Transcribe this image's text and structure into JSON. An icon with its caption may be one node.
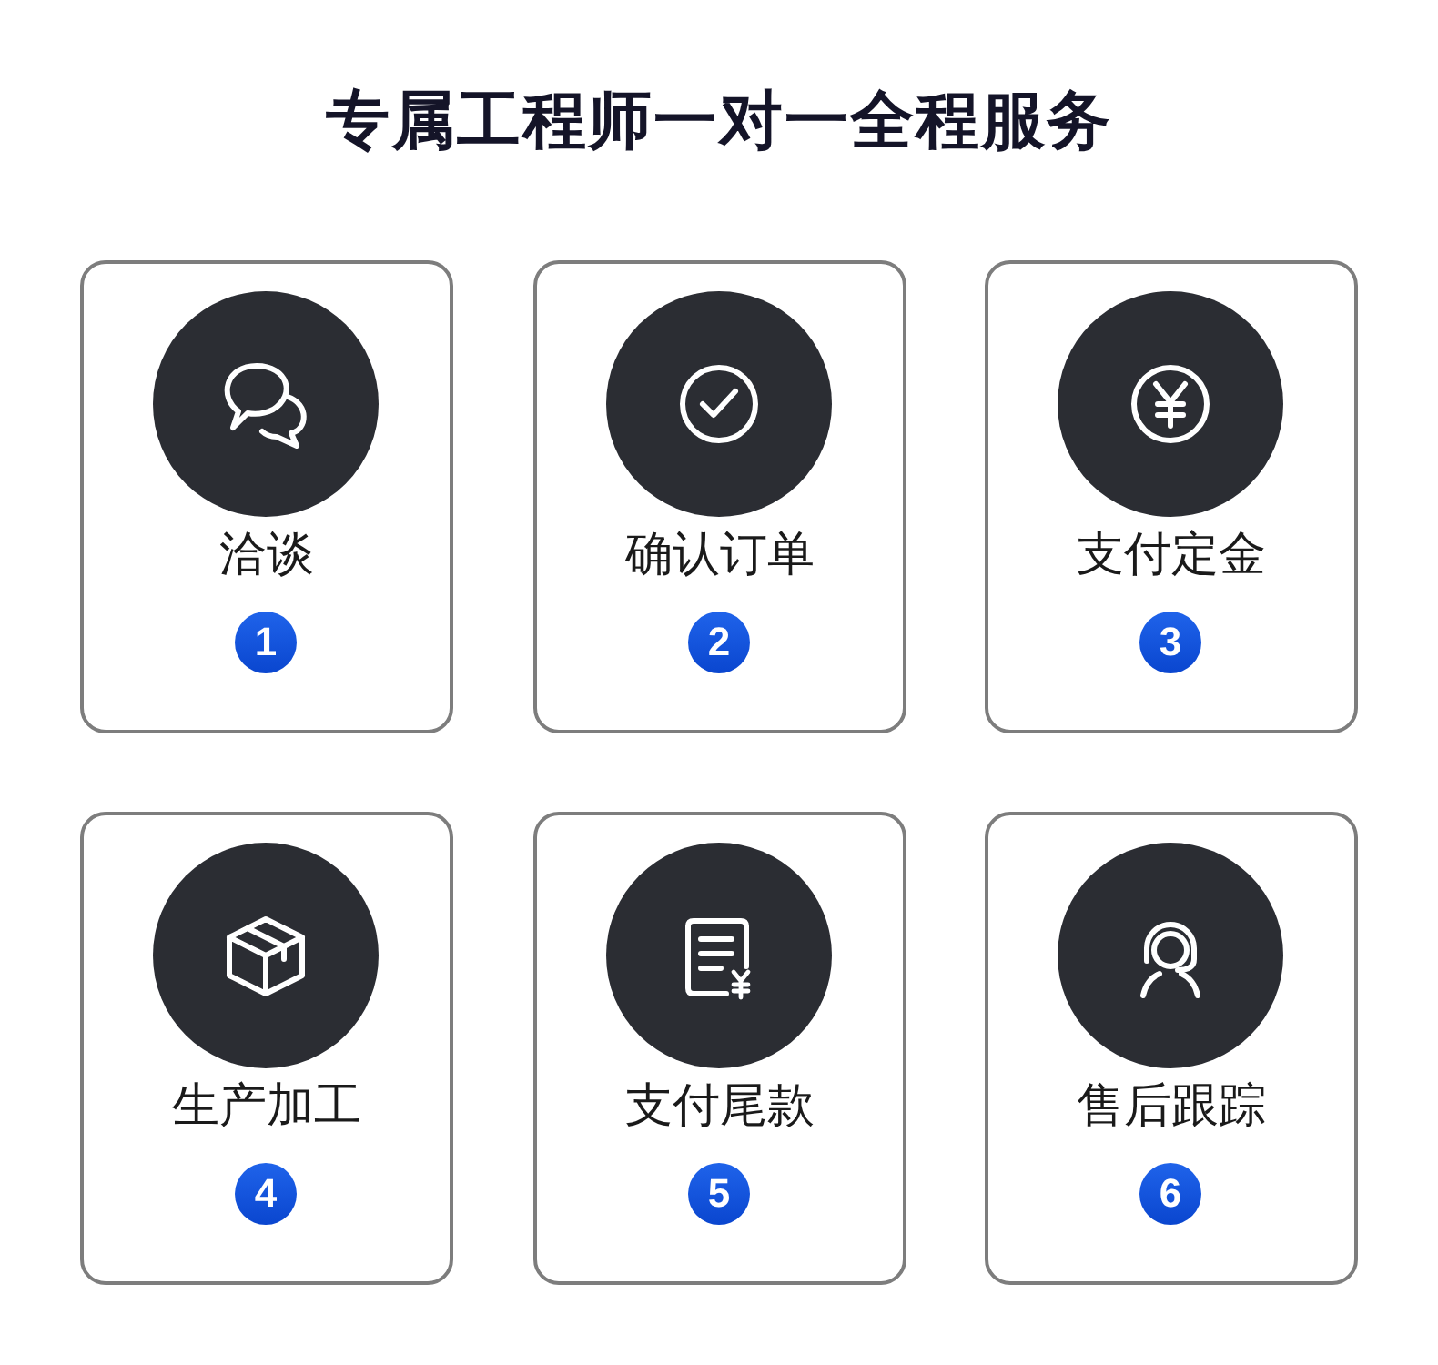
{
  "diagram": {
    "title": "专属工程师一对一全程服务",
    "nodes": [
      {
        "text": [
          "洽谈"
        ]
      },
      {
        "text": [
          "1"
        ],
        "in": 0
      },
      {
        "text": [
          "确认订单"
        ]
      },
      {
        "text": [
          "2"
        ],
        "in": 2
      },
      {
        "text": [
          "支付定金"
        ]
      },
      {
        "text": [
          "3"
        ],
        "in": 4
      },
      {
        "text": [
          "生产加工"
        ]
      },
      {
        "text": [
          "4"
        ],
        "in": 6
      },
      {
        "text": [
          "支付尾款"
        ]
      },
      {
        "text": [
          "5"
        ],
        "in": 8
      },
      {
        "text": [
          "售后跟踪"
        ]
      },
      {
        "text": [
          "6"
        ],
        "in": 10
      }
    ]
  }
}
